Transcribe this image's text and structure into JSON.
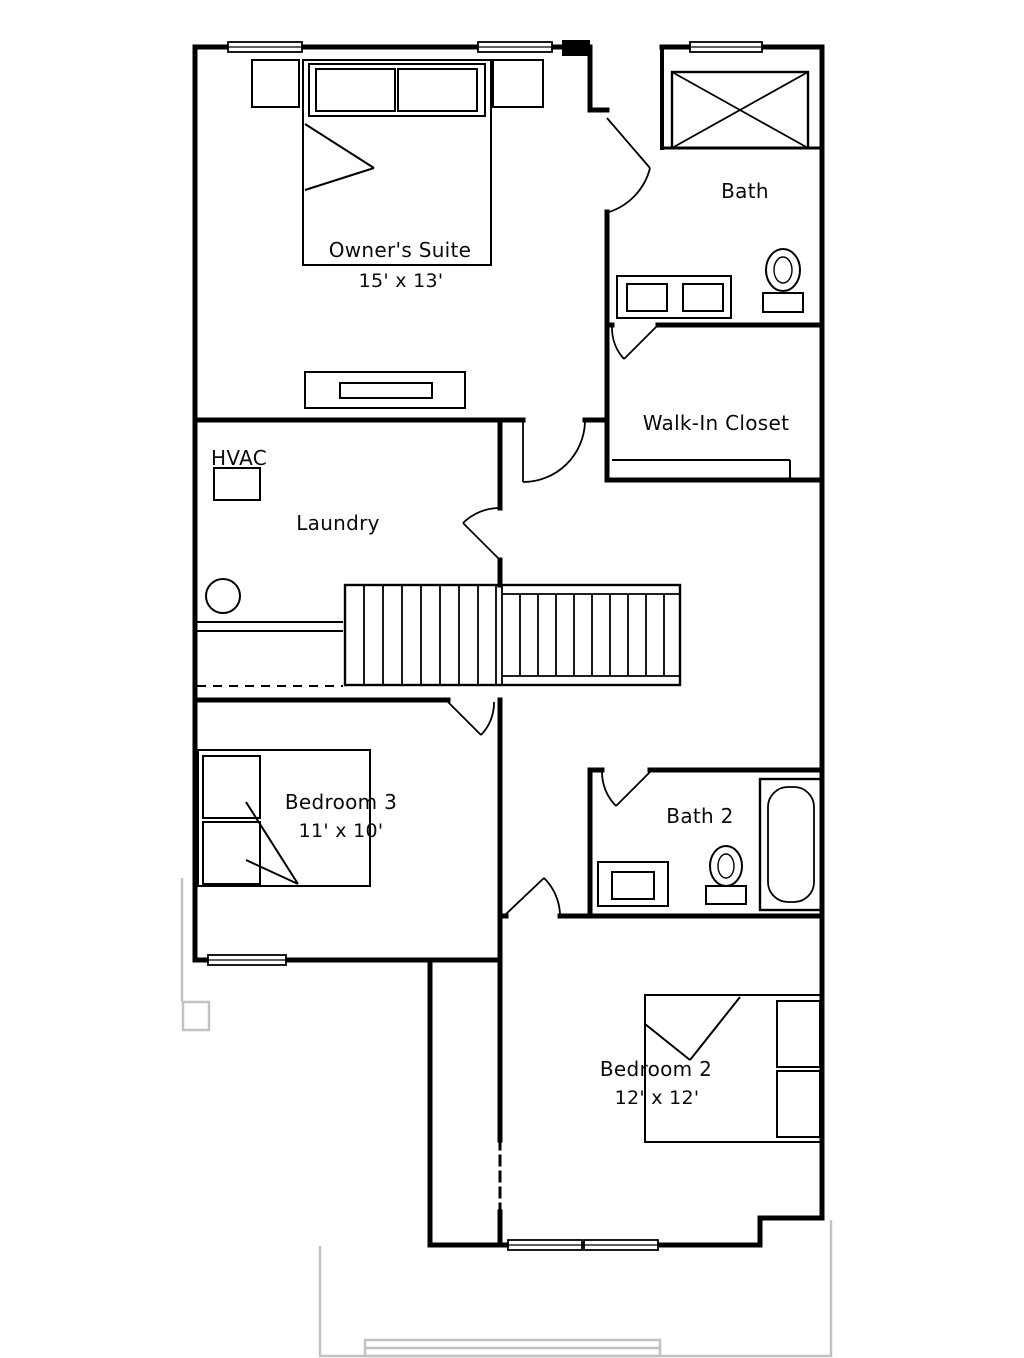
{
  "rooms": {
    "owners_suite": {
      "label": "Owner's Suite",
      "dims": "15' x 13'"
    },
    "bath": {
      "label": "Bath"
    },
    "walk_in_closet": {
      "label": "Walk-In Closet"
    },
    "hvac": {
      "label": "HVAC"
    },
    "laundry": {
      "label": "Laundry"
    },
    "bedroom3": {
      "label": "Bedroom 3",
      "dims": "11' x 10'"
    },
    "bath2": {
      "label": "Bath 2"
    },
    "bedroom2": {
      "label": "Bedroom 2",
      "dims": "12' x 12'"
    }
  },
  "colors": {
    "walls": "#000000",
    "lower_level_outline": "#c2c2c2",
    "background": "#ffffff"
  }
}
